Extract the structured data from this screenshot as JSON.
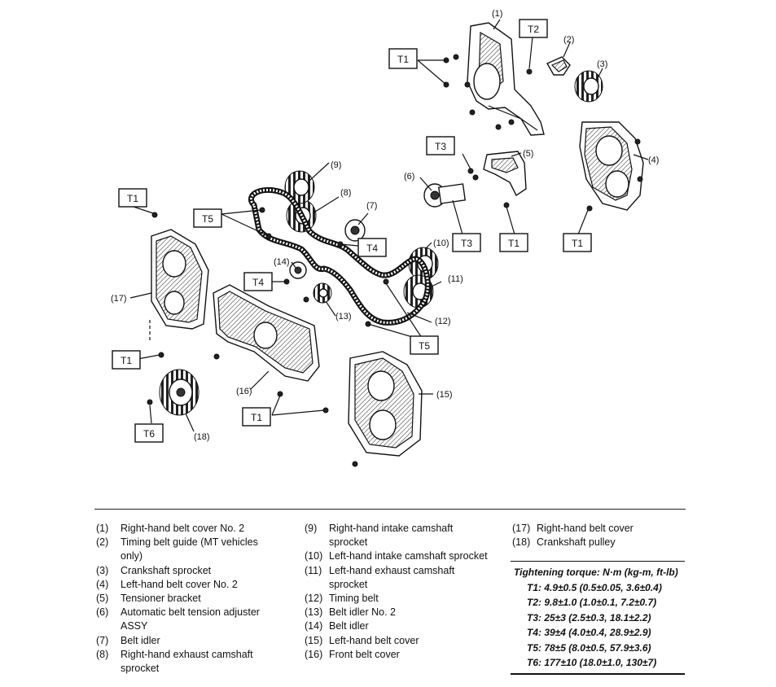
{
  "diagram": {
    "callouts": [
      "(1)",
      "(2)",
      "(3)",
      "(4)",
      "(5)",
      "(6)",
      "(7)",
      "(8)",
      "(9)",
      "(10)",
      "(11)",
      "(12)",
      "(13)",
      "(14)",
      "(15)",
      "(16)",
      "(17)",
      "(18)"
    ],
    "torque_tags": {
      "t1": "T1",
      "t2": "T2",
      "t3": "T3",
      "t4": "T4",
      "t5": "T5",
      "t6": "T6"
    }
  },
  "legend": {
    "col1": [
      {
        "num": "(1)",
        "text": "Right-hand belt cover No. 2"
      },
      {
        "num": "(2)",
        "text": "Timing belt guide (MT vehicles only)"
      },
      {
        "num": "(3)",
        "text": "Crankshaft sprocket"
      },
      {
        "num": "(4)",
        "text": "Left-hand belt cover No. 2"
      },
      {
        "num": "(5)",
        "text": "Tensioner bracket"
      },
      {
        "num": "(6)",
        "text": "Automatic belt tension adjuster ASSY"
      },
      {
        "num": "(7)",
        "text": "Belt idler"
      },
      {
        "num": "(8)",
        "text": "Right-hand exhaust camshaft sprocket"
      }
    ],
    "col2": [
      {
        "num": "(9)",
        "text": "Right-hand intake camshaft sprocket"
      },
      {
        "num": "(10)",
        "text": "Left-hand intake camshaft sprocket"
      },
      {
        "num": "(11)",
        "text": "Left-hand exhaust camshaft sprocket"
      },
      {
        "num": "(12)",
        "text": "Timing belt"
      },
      {
        "num": "(13)",
        "text": "Belt idler No. 2"
      },
      {
        "num": "(14)",
        "text": "Belt idler"
      },
      {
        "num": "(15)",
        "text": "Left-hand belt cover"
      },
      {
        "num": "(16)",
        "text": "Front belt cover"
      }
    ],
    "col3": [
      {
        "num": "(17)",
        "text": "Right-hand belt cover"
      },
      {
        "num": "(18)",
        "text": "Crankshaft pulley"
      }
    ]
  },
  "torque": {
    "title": "Tightening torque: N·m (kg-m, ft-lb)",
    "rows": [
      "T1: 4.9±0.5 (0.5±0.05, 3.6±0.4)",
      "T2: 9.8±1.0 (1.0±0.1, 7.2±0.7)",
      "T3: 25±3 (2.5±0.3, 18.1±2.2)",
      "T4: 39±4 (4.0±0.4, 28.9±2.9)",
      "T5: 78±5 (8.0±0.5, 57.9±3.6)",
      "T6: 177±10 (18.0±1.0, 130±7)"
    ]
  }
}
